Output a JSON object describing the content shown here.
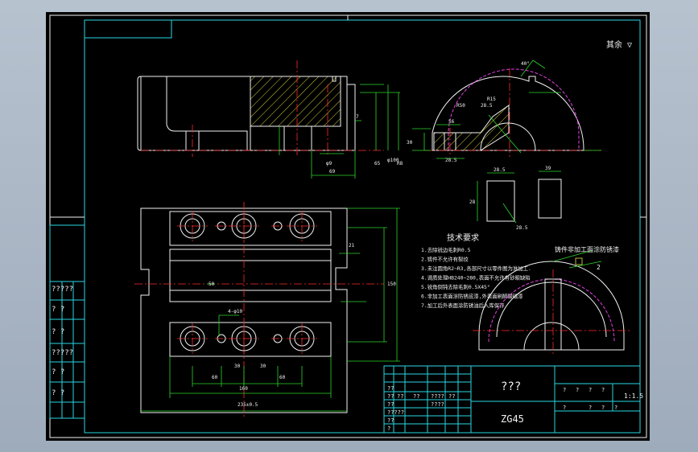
{
  "title_block": {
    "drawing_name": "???",
    "material": "ZG45",
    "scale": "1:1.5",
    "header_cells": [
      "?",
      "?",
      "?",
      "?"
    ],
    "bottom_cells": [
      "?",
      "?",
      "?",
      "?"
    ],
    "left_rows": [
      "??",
      "??",
      "?????",
      "??",
      "?",
      "??"
    ],
    "extra_cells": [
      "??",
      "??",
      "????",
      "????",
      "??"
    ]
  },
  "left_side_table": {
    "labels": [
      "?????",
      "?   ?",
      "?  ?",
      "?????",
      "?  ?",
      "?  ?"
    ]
  },
  "surface_finish_note": "其余 ▽",
  "tech_requirements": {
    "heading": "技术要求",
    "lines": [
      "1.去除锐边毛刺R0.5",
      "2.铸件不允许有裂纹",
      "3.未注圆角R2~R3,各部尺寸以零件图为准加工.",
      "4.调质处理HB240~280,表面不允许有砂眼缺陷",
      "5.锐角倒钝去除毛刺0.5X45°",
      "6.非加工表面涂防锈底漆,外表面刷醇酸磁漆",
      "7.加工后外表面涂防锈油后入库保存"
    ]
  },
  "section_label": "铸件非加工面涂防锈漆",
  "dimensions": {
    "top_view": [
      "φ9",
      "69",
      "7",
      "65",
      "φ100",
      "R8"
    ],
    "plan_view": [
      "21",
      "4-φ10",
      "60",
      "30",
      "30",
      "60",
      "160",
      "235±0.5",
      "150",
      "50"
    ],
    "side_view": [
      "40°",
      "R50",
      "56",
      "30",
      "28.5",
      "28.5",
      "R15"
    ],
    "detail": [
      "28.5",
      "28",
      "39",
      "28.5"
    ]
  }
}
